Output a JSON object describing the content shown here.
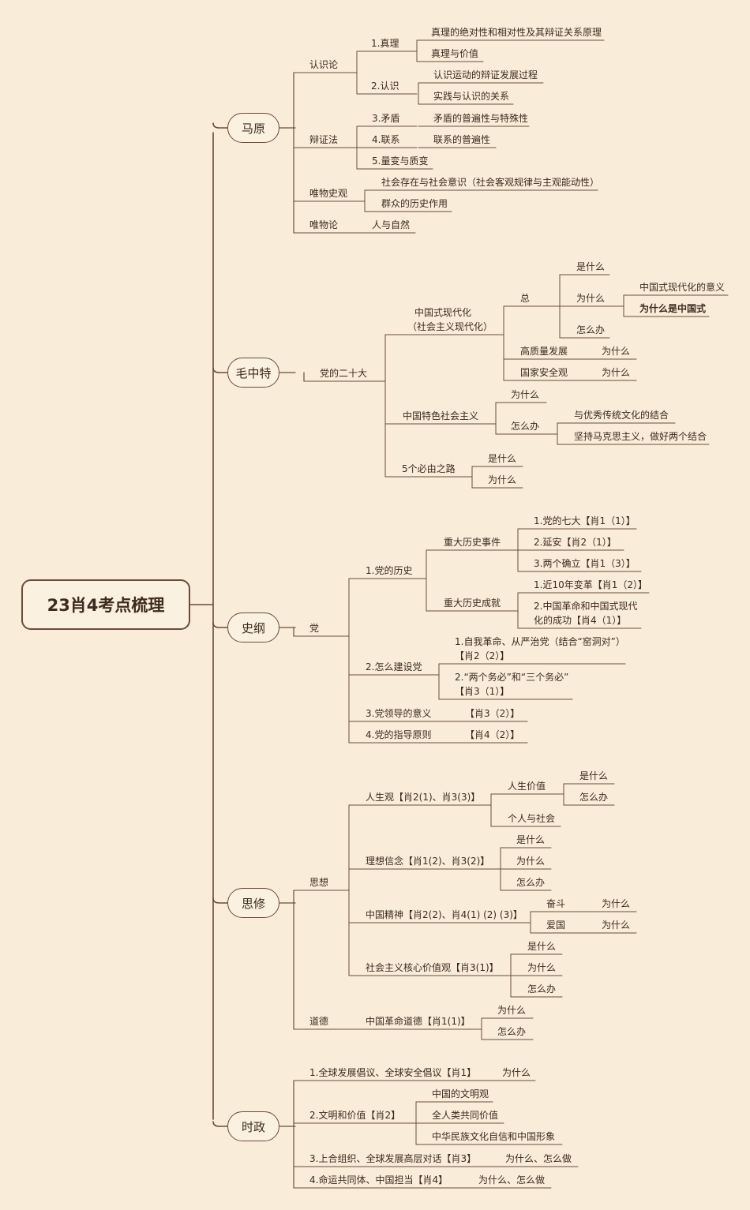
{
  "root": "23肖4考点梳理",
  "branches": [
    {
      "id": "ma",
      "label": "马原",
      "children": [
        {
          "label": "认识论",
          "children": [
            {
              "label": "1.真理",
              "children": [
                {
                  "label": "真理的绝对性和相对性及其辩证关系原理"
                },
                {
                  "label": "真理与价值"
                }
              ]
            },
            {
              "label": "2.认识",
              "children": [
                {
                  "label": "认识运动的辩证发展过程"
                },
                {
                  "label": "实践与认识的关系"
                }
              ]
            }
          ]
        },
        {
          "label": "辩证法",
          "children": [
            {
              "label": "3.矛盾",
              "children": [
                {
                  "label": "矛盾的普遍性与特殊性"
                }
              ]
            },
            {
              "label": "4.联系",
              "children": [
                {
                  "label": "联系的普遍性"
                }
              ]
            },
            {
              "label": "5.量变与质变"
            }
          ]
        },
        {
          "label": "唯物史观",
          "children": [
            {
              "label": "社会存在与社会意识（社会客观规律与主观能动性）"
            },
            {
              "label": "群众的历史作用"
            }
          ]
        },
        {
          "label": "唯物论",
          "children": [
            {
              "label": "人与自然"
            }
          ]
        }
      ]
    },
    {
      "id": "mao",
      "label": "毛中特",
      "children": [
        {
          "label": "党的二十大",
          "children": [
            {
              "label": "中国式现代化",
              "label2": "（社会主义现代化）",
              "children": [
                {
                  "label": "总",
                  "children": [
                    {
                      "label": "是什么"
                    },
                    {
                      "label": "为什么",
                      "children": [
                        {
                          "label": "中国式现代化的意义"
                        },
                        {
                          "label": "为什么是中国式",
                          "bold": true
                        }
                      ]
                    },
                    {
                      "label": "怎么办"
                    }
                  ]
                },
                {
                  "label": "高质量发展",
                  "children": [
                    {
                      "label": "为什么"
                    }
                  ]
                },
                {
                  "label": "国家安全观",
                  "children": [
                    {
                      "label": "为什么"
                    }
                  ]
                }
              ]
            },
            {
              "label": "中国特色社会主义",
              "children": [
                {
                  "label": "为什么"
                },
                {
                  "label": "怎么办",
                  "children": [
                    {
                      "label": "与优秀传统文化的结合"
                    },
                    {
                      "label": "坚持马克思主义，做好两个结合"
                    }
                  ]
                }
              ]
            },
            {
              "label": "5个必由之路",
              "children": [
                {
                  "label": "是什么"
                },
                {
                  "label": "为什么"
                }
              ]
            }
          ]
        }
      ]
    },
    {
      "id": "shi",
      "label": "史纲",
      "children": [
        {
          "label": "党",
          "children": [
            {
              "label": "1.党的历史",
              "children": [
                {
                  "label": "重大历史事件",
                  "children": [
                    {
                      "label": "1.党的七大【肖1（1）】"
                    },
                    {
                      "label": "2.延安【肖2（1）】"
                    },
                    {
                      "label": "3.两个确立【肖1（3）】"
                    }
                  ]
                },
                {
                  "label": "重大历史成就",
                  "children": [
                    {
                      "label": "1.近10年变革【肖1（2）】"
                    },
                    {
                      "label": "2.中国革命和中国式现代",
                      "label2": "化的成功【肖4（1）】"
                    }
                  ]
                }
              ]
            },
            {
              "label": "2.怎么建设党",
              "children": [
                {
                  "label": "1.自我革命、从严治党（结合“窑洞对”）",
                  "label2": "【肖2（2）】"
                },
                {
                  "label": "2.“两个务必”和“三个务必”",
                  "label2": "【肖3（1）】"
                }
              ]
            },
            {
              "label": "3.党领导的意义",
              "children": [
                {
                  "label": "【肖3（2）】"
                }
              ]
            },
            {
              "label": "4.党的指导原则",
              "children": [
                {
                  "label": "【肖4（2）】"
                }
              ]
            }
          ]
        }
      ]
    },
    {
      "id": "si",
      "label": "思修",
      "children": [
        {
          "label": "思想",
          "children": [
            {
              "label": "人生观【肖2(1)、肖3(3)】",
              "children": [
                {
                  "label": "人生价值",
                  "children": [
                    {
                      "label": "是什么"
                    },
                    {
                      "label": "怎么办"
                    }
                  ]
                },
                {
                  "label": "个人与社会"
                }
              ]
            },
            {
              "label": "理想信念【肖1(2)、肖3(2)】",
              "children": [
                {
                  "label": "是什么"
                },
                {
                  "label": "为什么"
                },
                {
                  "label": "怎么办"
                }
              ]
            },
            {
              "label": "中国精神【肖2(2)、肖4(1) (2) (3)】",
              "children": [
                {
                  "label": "奋斗",
                  "children": [
                    {
                      "label": "为什么"
                    }
                  ]
                },
                {
                  "label": "爱国",
                  "children": [
                    {
                      "label": "为什么"
                    }
                  ]
                }
              ]
            },
            {
              "label": "社会主义核心价值观【肖3(1)】",
              "children": [
                {
                  "label": "是什么"
                },
                {
                  "label": "为什么"
                },
                {
                  "label": "怎么办"
                }
              ]
            }
          ]
        },
        {
          "label": "道德",
          "children": [
            {
              "label": "中国革命道德【肖1(1)】",
              "children": [
                {
                  "label": "为什么"
                },
                {
                  "label": "怎么办"
                }
              ]
            }
          ]
        }
      ]
    },
    {
      "id": "shizheng",
      "label": "时政",
      "children": [
        {
          "label": "1.全球发展倡议、全球安全倡议【肖1】",
          "children": [
            {
              "label": "为什么"
            }
          ]
        },
        {
          "label": "2.文明和价值【肖2】",
          "children": [
            {
              "label": "中国的文明观"
            },
            {
              "label": "全人类共同价值"
            },
            {
              "label": "中华民族文化自信和中国形象"
            }
          ]
        },
        {
          "label": "3.上合组织、全球发展高层对话【肖3】",
          "children": [
            {
              "label": "为什么、怎么做"
            }
          ]
        },
        {
          "label": "4.命运共同体、中国担当【肖4】",
          "children": [
            {
              "label": "为什么、怎么做"
            }
          ]
        }
      ]
    }
  ],
  "colors": {
    "background": "#f9ecd9",
    "line": "#6b4c3b",
    "text": "#3d2a20"
  }
}
